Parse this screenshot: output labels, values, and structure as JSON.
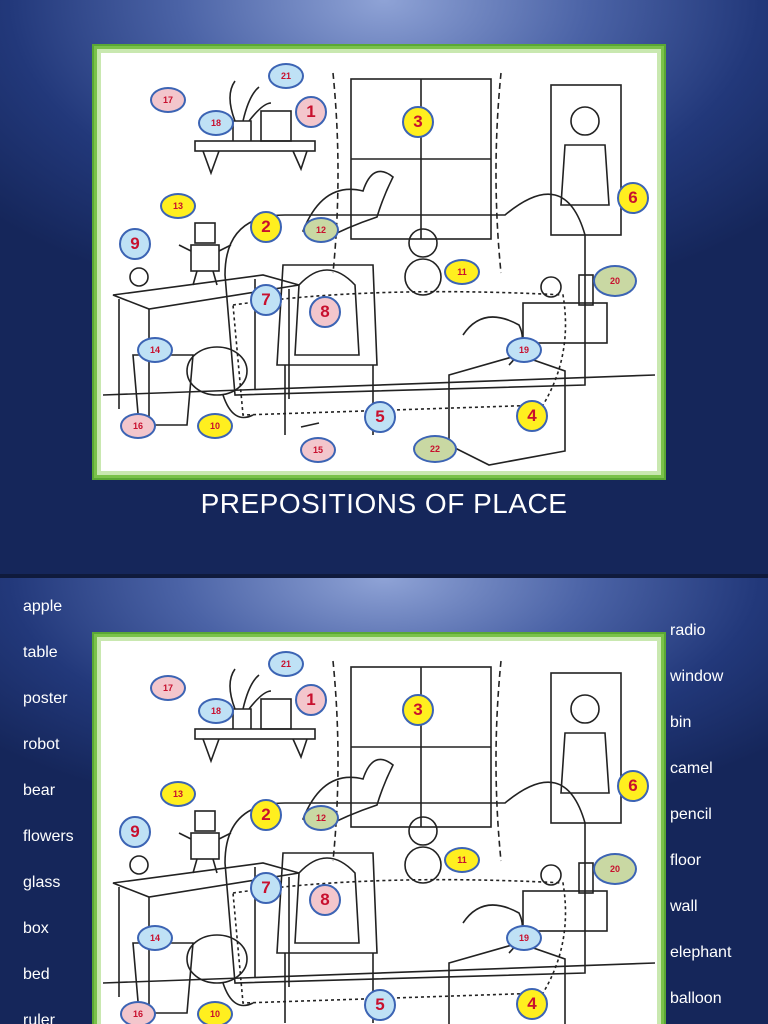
{
  "slide1": {
    "title": "PREPOSITIONS OF PLACE"
  },
  "slide2": {
    "left_words": [
      "apple",
      "table",
      "poster",
      "robot",
      "bear",
      "flowers",
      "glass",
      "box",
      "bed",
      "ruler"
    ],
    "right_words": [
      "radio",
      "window",
      "bin",
      "camel",
      "pencil",
      "floor",
      "wall",
      "elephant",
      "balloon"
    ]
  },
  "badges": [
    {
      "n": "1",
      "color": "pink"
    },
    {
      "n": "2",
      "color": "yellow"
    },
    {
      "n": "3",
      "color": "yellow"
    },
    {
      "n": "4",
      "color": "yellow"
    },
    {
      "n": "5",
      "color": "blue"
    },
    {
      "n": "6",
      "color": "yellow"
    },
    {
      "n": "7",
      "color": "blue"
    },
    {
      "n": "8",
      "color": "pink"
    },
    {
      "n": "9",
      "color": "blue"
    },
    {
      "n": "10",
      "color": "yellow"
    },
    {
      "n": "11",
      "color": "yellow"
    },
    {
      "n": "12",
      "color": "green"
    },
    {
      "n": "13",
      "color": "yellow"
    },
    {
      "n": "14",
      "color": "blue"
    },
    {
      "n": "15",
      "color": "pink"
    },
    {
      "n": "16",
      "color": "pink"
    },
    {
      "n": "17",
      "color": "pink"
    },
    {
      "n": "18",
      "color": "blue"
    },
    {
      "n": "19",
      "color": "blue"
    },
    {
      "n": "20",
      "color": "green"
    },
    {
      "n": "21",
      "color": "blue"
    },
    {
      "n": "22",
      "color": "green"
    }
  ],
  "colors": {
    "frame": "#7ac24a",
    "badge_text": "#c8102e",
    "badge_border": "#3c64b4"
  }
}
